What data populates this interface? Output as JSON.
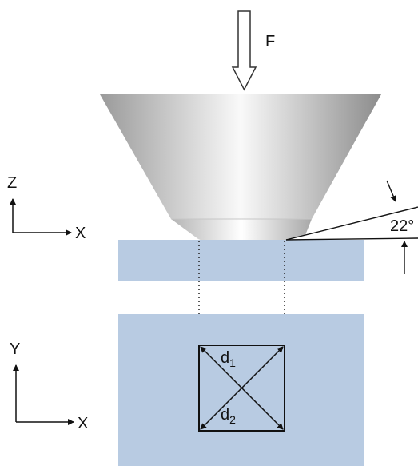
{
  "force_label": "F",
  "angle_label": "22°",
  "side_view_axes": {
    "vertical": "Z",
    "horizontal": "X"
  },
  "top_view_axes": {
    "vertical": "Y",
    "horizontal": "X"
  },
  "diagonal_1": {
    "letter": "d",
    "subscript": "1"
  },
  "diagonal_2": {
    "letter": "d",
    "subscript": "2"
  },
  "colors": {
    "specimen": "#b8cbe2",
    "line": "#111111",
    "indenter_dark": "#8f8f8f",
    "indenter_light": "#f7f7f7"
  }
}
